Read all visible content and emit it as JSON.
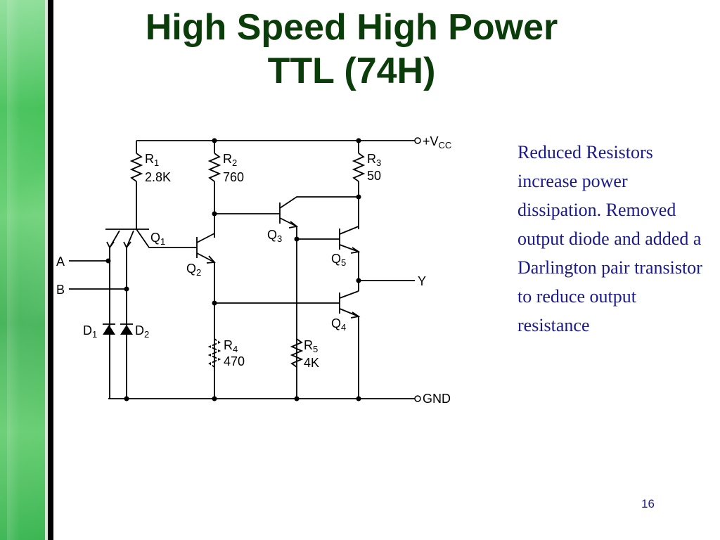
{
  "slide": {
    "title_line1": "High Speed High Power",
    "title_line2": "TTL (74H)",
    "notes": "Reduced Resistors increase power dissipation. Removed output diode and added a Darlington pair transistor to reduce output resistance",
    "page_number": "16"
  },
  "schematic": {
    "vcc": {
      "base": "+V",
      "sub": "CC"
    },
    "gnd": "GND",
    "output": "Y",
    "input_a": "A",
    "input_b": "B",
    "resistors": [
      {
        "id": "R1",
        "base": "R",
        "sub": "1",
        "value": "2.8K"
      },
      {
        "id": "R2",
        "base": "R",
        "sub": "2",
        "value": "760"
      },
      {
        "id": "R3",
        "base": "R",
        "sub": "3",
        "value": "50"
      },
      {
        "id": "R4",
        "base": "R",
        "sub": "4",
        "value": "470"
      },
      {
        "id": "R5",
        "base": "R",
        "sub": "5",
        "value": "4K"
      }
    ],
    "transistors": [
      {
        "id": "Q1",
        "base": "Q",
        "sub": "1"
      },
      {
        "id": "Q2",
        "base": "Q",
        "sub": "2"
      },
      {
        "id": "Q3",
        "base": "Q",
        "sub": "3"
      },
      {
        "id": "Q4",
        "base": "Q",
        "sub": "4"
      },
      {
        "id": "Q5",
        "base": "Q",
        "sub": "5"
      }
    ],
    "diodes": [
      {
        "id": "D1",
        "base": "D",
        "sub": "1"
      },
      {
        "id": "D2",
        "base": "D",
        "sub": "2"
      }
    ]
  },
  "colors": {
    "title": "#0b3d0b",
    "notes": "#1a1a8c",
    "sidebar": "#3fbf54"
  }
}
